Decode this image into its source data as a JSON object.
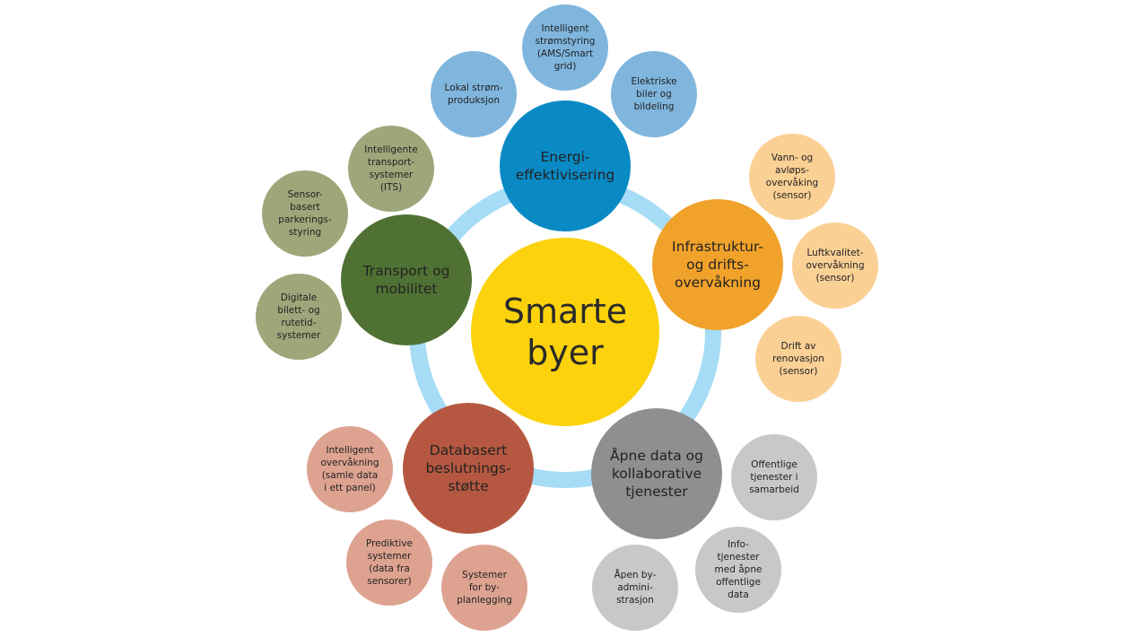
{
  "center": "Smarte\nbyer",
  "themes": {
    "energy": {
      "label": "Energi-\neffektivisering",
      "color": "#0a8ac4",
      "items": [
        "Lokal strøm-\nproduksjon",
        "Intelligent\nstrømstyring\n(AMS/Smart\ngrid)",
        "Elektriske\nbiler og\nbildeling"
      ]
    },
    "infra": {
      "label": "Infrastruktur-\nog drifts-\novervåkning",
      "color": "#f1a22a",
      "items": [
        "Vann- og\navløps-\novervåking\n(sensor)",
        "Luftkvalitet-\novervåkning\n(sensor)",
        "Drift av\nrenovasjon\n(sensor)"
      ]
    },
    "open": {
      "label": "Åpne data og\nkollaborative\ntjenester",
      "color": "#8e8f91",
      "items": [
        "Offentlige\ntjenester i\nsamarbeid",
        "Info-\ntjenester\nmed åpne\noffentlige\ndata",
        "Åpen by-\nadmini-\nstrasjon"
      ]
    },
    "data": {
      "label": "Databasert\nbeslutnings-\nstøtte",
      "color": "#b65841",
      "items": [
        "Intelligent\novervåkning\n(samle data\ni ett panel)",
        "Prediktive\nsystemer\n(data fra\nsensorer)",
        "Systemer\nfor by-\nplanlegging"
      ]
    },
    "transport": {
      "label": "Transport og\nmobilitet",
      "color": "#4f7134",
      "items": [
        "Intelligente\ntransport-\nsystemer\n(ITS)",
        "Sensor-\nbasert\nparkerings-\nstyring",
        "Digitale\nbilett- og\nrutetid-\nsystemer"
      ]
    }
  }
}
